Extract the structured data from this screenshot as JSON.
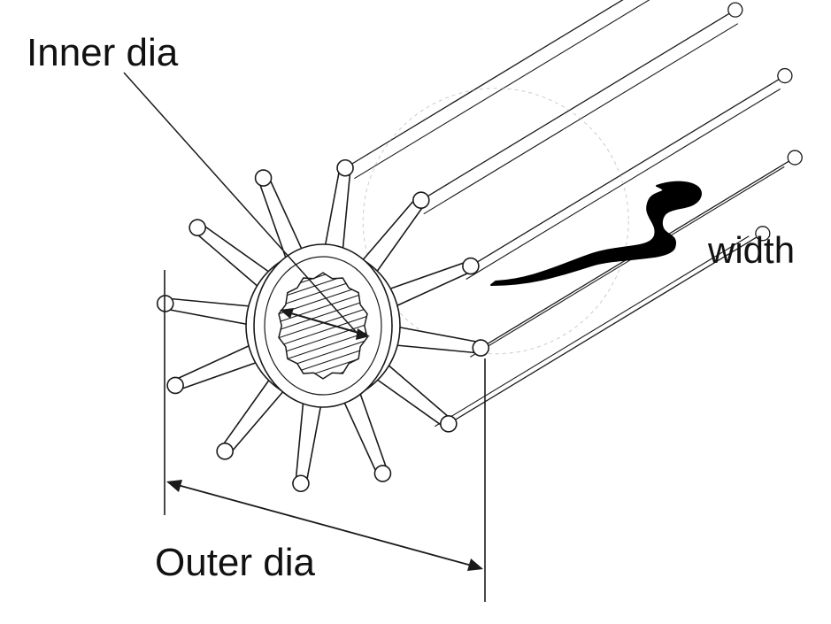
{
  "labels": {
    "inner_dia": "Inner dia",
    "outer_dia": "Outer dia",
    "width": "width"
  },
  "colors": {
    "line": "#1a1a1a",
    "fill": "#ffffff",
    "bracket": "#000000",
    "hidden_line": "#9a9a9a"
  },
  "diagram": {
    "subject": "impeller",
    "blade_count": 12
  }
}
